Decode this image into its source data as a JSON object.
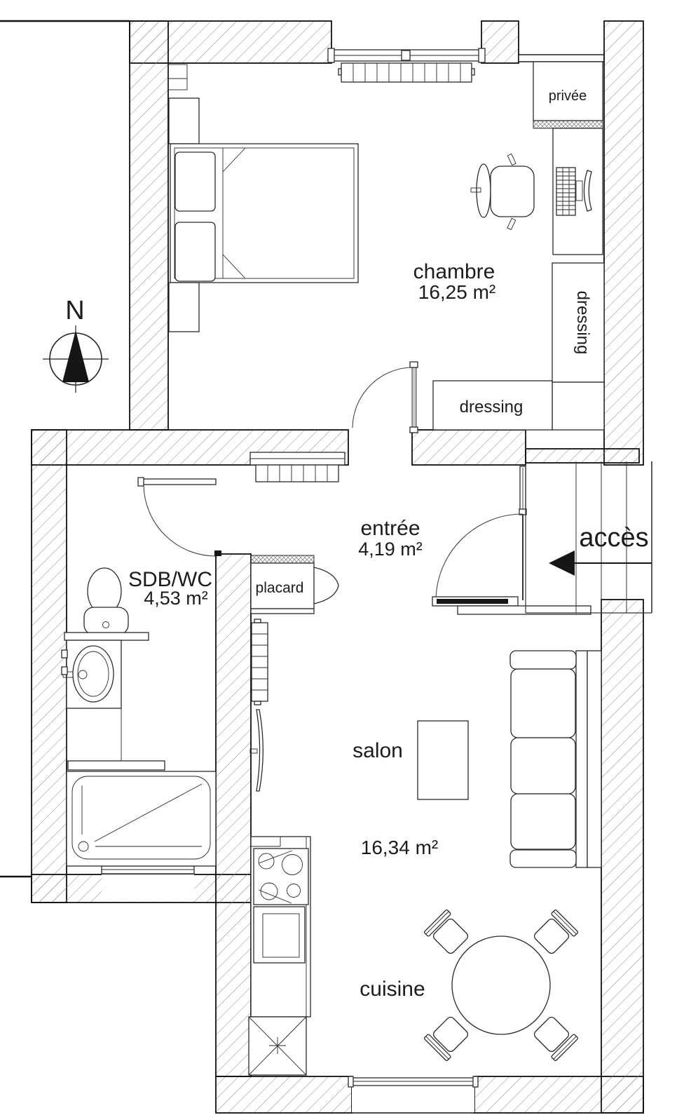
{
  "compass": {
    "label": "N"
  },
  "rooms": {
    "chambre": {
      "label": "chambre",
      "area": "16,25 m²"
    },
    "entree": {
      "label": "entrée",
      "area": "4,19 m²"
    },
    "sdb": {
      "label": "SDB/WC",
      "area": "4,53 m²"
    },
    "salon": {
      "label": "salon",
      "area": "16,34 m²"
    },
    "cuisine": {
      "label": "cuisine"
    }
  },
  "features": {
    "privee": {
      "label": "privée"
    },
    "placard": {
      "label": "placard"
    },
    "dressing_side": {
      "label": "dressing"
    },
    "dressing_bottom": {
      "label": "dressing"
    },
    "acces": {
      "label": "accès"
    }
  },
  "colors": {
    "background": "#ffffff",
    "line": "#1c1c1c",
    "wall_hatch": "#8a8a8a"
  }
}
